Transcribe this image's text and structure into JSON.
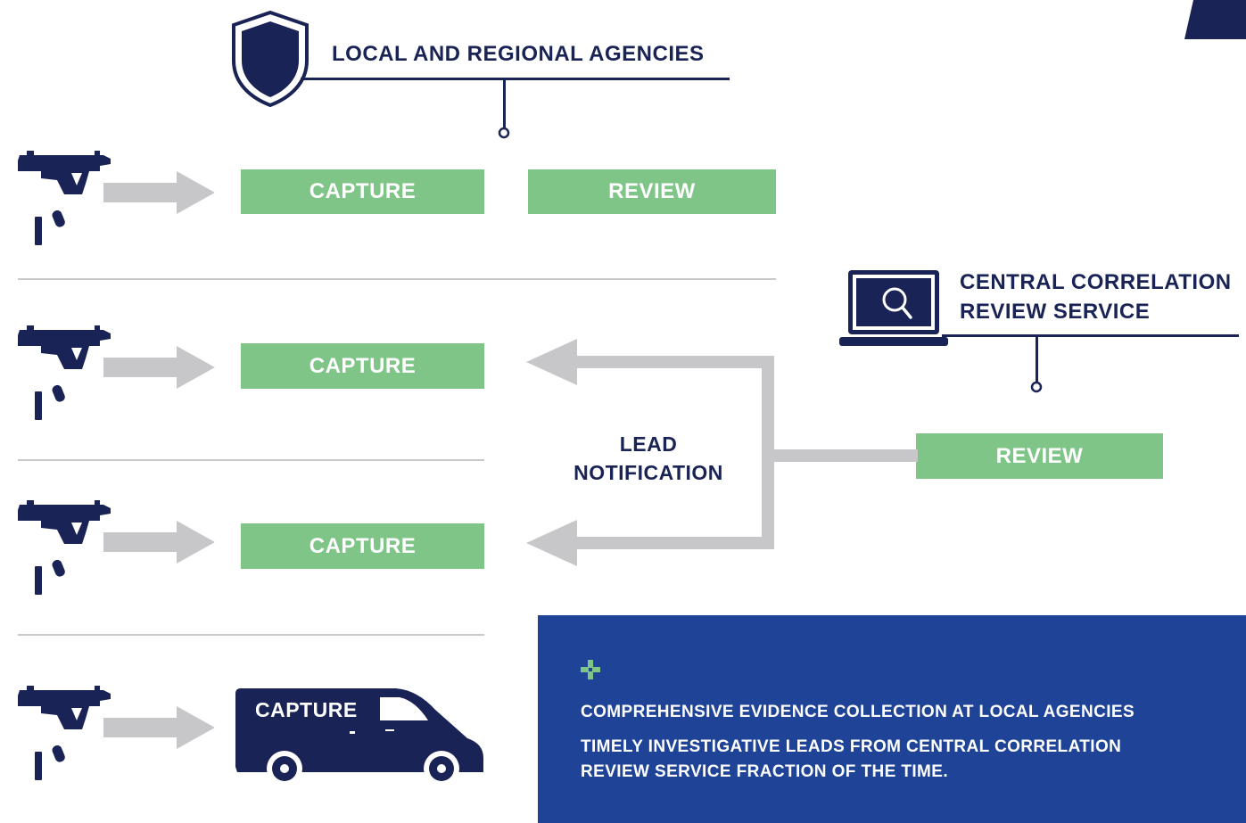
{
  "header": {
    "local_agencies": "LOCAL AND REGIONAL AGENCIES"
  },
  "central": {
    "title_line1": "CENTRAL CORRELATION",
    "title_line2": "REVIEW SERVICE",
    "review_label": "REVIEW"
  },
  "rows": [
    {
      "capture_label": "CAPTURE",
      "review_label": "REVIEW"
    },
    {
      "capture_label": "CAPTURE"
    },
    {
      "capture_label": "CAPTURE"
    },
    {
      "capture_label": "CAPTURE"
    }
  ],
  "lead_notification": {
    "line1": "LEAD",
    "line2": "NOTIFICATION"
  },
  "benefits": {
    "icon": "plus-icon",
    "line1": "COMPREHENSIVE EVIDENCE COLLECTION AT LOCAL AGENCIES",
    "line2": "TIMELY INVESTIGATIVE LEADS FROM CENTRAL CORRELATION",
    "line3": "REVIEW SERVICE FRACTION OF THE TIME."
  },
  "colors": {
    "navy": "#1a2355",
    "green": "#7ec587",
    "grey": "#c7c7ca",
    "panel_blue": "#1e4397"
  }
}
